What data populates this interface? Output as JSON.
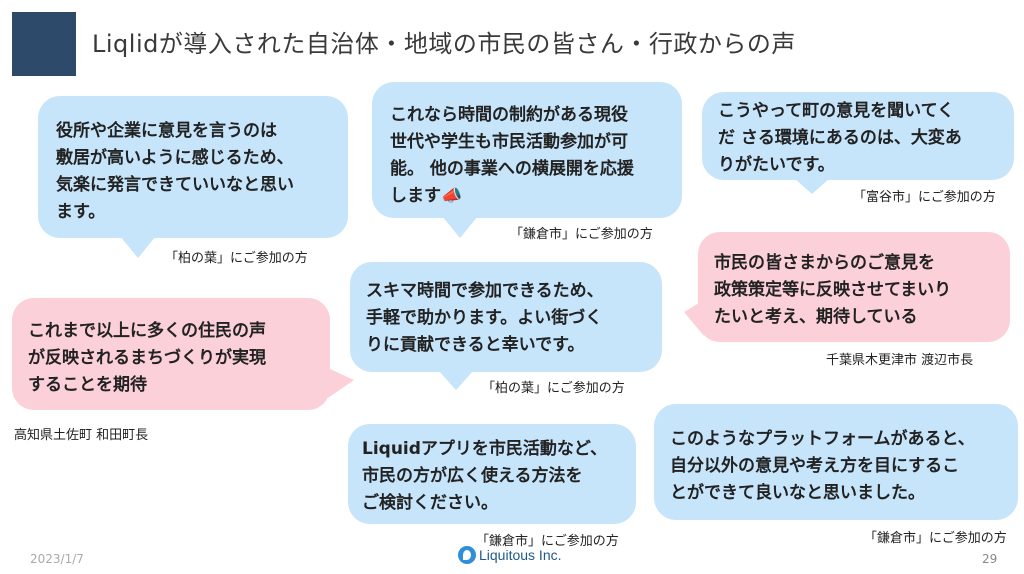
{
  "slide": {
    "title": "Liqlidが導入された自治体・地域の市民の皆さん・行政からの声",
    "date": "2023/1/7",
    "page_number": "29",
    "logo_text": "Liquitous Inc."
  },
  "colors": {
    "blue_bubble": "#c6e4fa",
    "pink_bubble": "#fbd0d8",
    "title_block": "#2e4a6b"
  },
  "comments": [
    {
      "text": "役所や企業に意見を言うのは\n敷居が高いように感じるため、\n気楽に発言できていいなと思い\nます。",
      "source": "「柏の葉」にご参加の方"
    },
    {
      "text": "これなら時間の制約がある現役\n世代や学生も市民活動参加が可\n能。 他の事業への横展開を応援\nします📣",
      "source": "「鎌倉市」にご参加の方"
    },
    {
      "text": "こうやって町の意見を聞いてく\nだ さる環境にあるのは、大変あ\nりがたいです。",
      "source": "「富谷市」にご参加の方"
    },
    {
      "text": "市民の皆さまからのご意見を\n政策策定等に反映させてまいり\nたいと考え、期待している",
      "source": "千葉県木更津市 渡辺市長"
    },
    {
      "text": "スキマ時間で参加できるため、\n手軽で助かります。よい街づく\nりに貢献できると幸いです。",
      "source": "「柏の葉」にご参加の方"
    },
    {
      "text": "これまで以上に多くの住民の声\nが反映されるまちづくりが実現\nすることを期待",
      "source": "高知県土佐町 和田町長"
    },
    {
      "text": "Liquidアプリを市民活動など、\n市民の方が広く使える方法を\nご検討ください。",
      "source": "「鎌倉市」にご参加の方"
    },
    {
      "text": "このようなプラットフォームがあると、\n自分以外の意見や考え方を目にするこ\nとができて良いなと思いました。",
      "source": "「鎌倉市」にご参加の方"
    }
  ]
}
